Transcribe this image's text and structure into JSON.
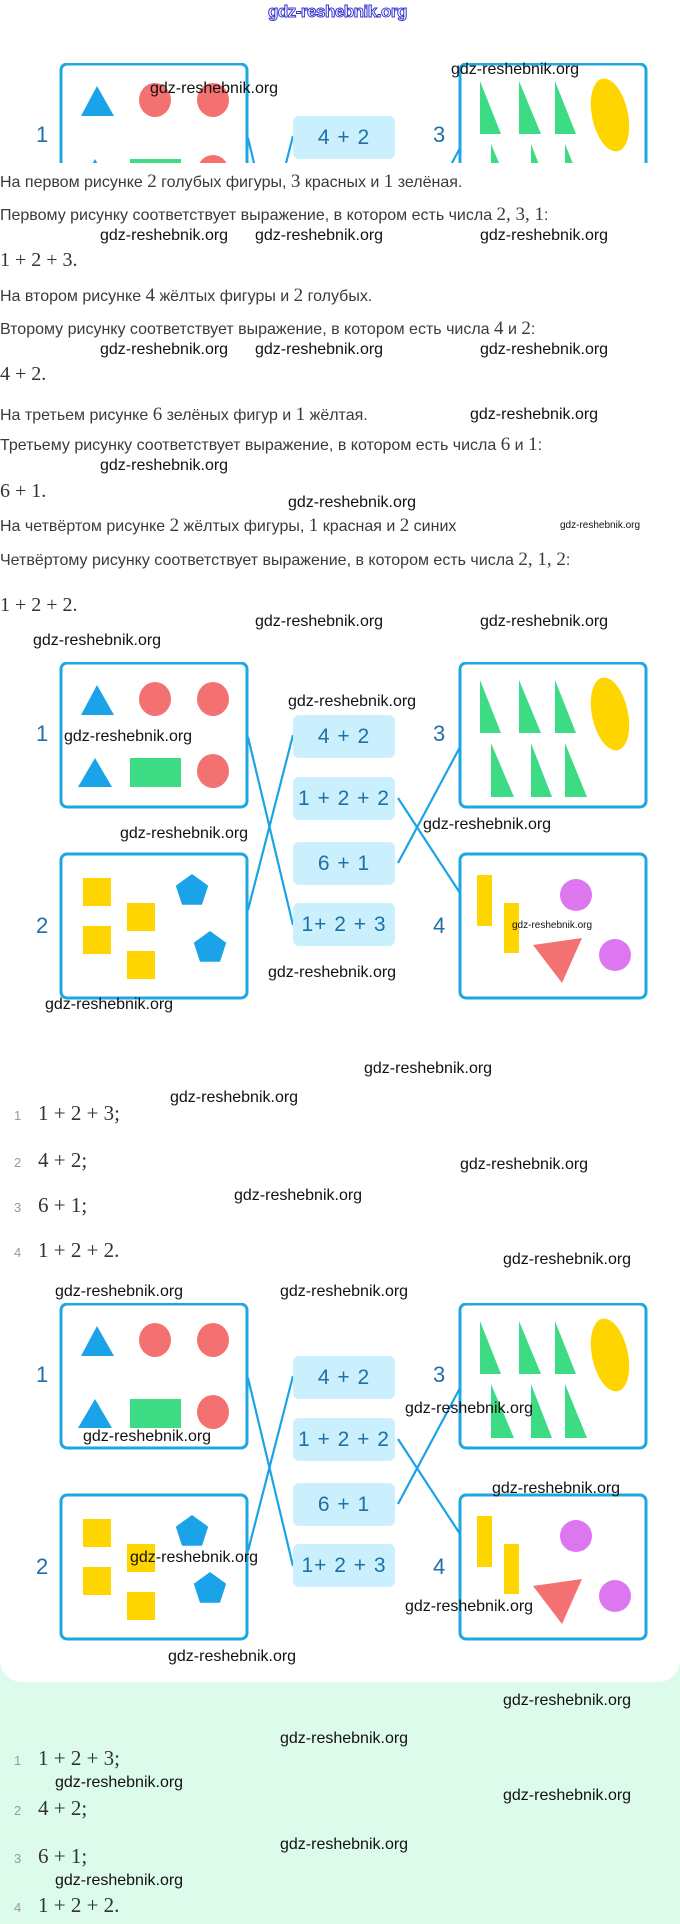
{
  "watermark": "gdz-reshebnik.org",
  "figure": {
    "labels": [
      "1",
      "2",
      "3",
      "4"
    ],
    "pills": [
      "4 + 2",
      "1 + 2 + 2",
      "6 + 1",
      "1+ 2 + 3"
    ],
    "colors": {
      "frame": "#1ea7e1",
      "blue": "#1aa3e8",
      "red": "#f47171",
      "green": "#3ddc84",
      "yellow": "#ffd500",
      "purple": "#dd77f0",
      "line": "#1aa3e8"
    }
  },
  "solution": {
    "lines": [
      [
        {
          "t": "На первом рисунке "
        },
        {
          "m": "2"
        },
        {
          "t": " голубых фигуры, "
        },
        {
          "m": "3"
        },
        {
          "t": " красных и "
        },
        {
          "m": "1"
        },
        {
          "t": " зелёная."
        }
      ],
      [
        {
          "t": "Первому рисунку соответствует выражение, в котором есть числа "
        },
        {
          "m": "2, 3, 1"
        },
        {
          "t": ":"
        }
      ],
      [
        {
          "m": "1 + 2 + 3."
        }
      ],
      [
        {
          "t": "На втором рисунке "
        },
        {
          "m": "4"
        },
        {
          "t": " жёлтых фигуры и "
        },
        {
          "m": "2"
        },
        {
          "t": " голубых."
        }
      ],
      [
        {
          "t": "Второму рисунку соответствует выражение, в котором есть числа "
        },
        {
          "m": "4"
        },
        {
          "t": " и "
        },
        {
          "m": "2"
        },
        {
          "t": ":"
        }
      ],
      [
        {
          "m": "4 + 2."
        }
      ],
      [
        {
          "t": "На третьем рисунке "
        },
        {
          "m": "6"
        },
        {
          "t": " зелёных фигур и "
        },
        {
          "m": "1"
        },
        {
          "t": " жёлтая."
        }
      ],
      [
        {
          "t": "Третьему рисунку соответствует выражение, в котором есть числа "
        },
        {
          "m": "6"
        },
        {
          "t": " и "
        },
        {
          "m": "1"
        },
        {
          "t": ":"
        }
      ],
      [
        {
          "m": "6 + 1."
        }
      ],
      [
        {
          "t": "На четвёртом рисунке "
        },
        {
          "m": "2"
        },
        {
          "t": " жёлтых фигуры, "
        },
        {
          "m": "1"
        },
        {
          "t": " красная и "
        },
        {
          "m": "2"
        },
        {
          "t": " синих"
        }
      ],
      [
        {
          "t": "Четвёртому рисунку соответствует выражение, в котором есть числа "
        },
        {
          "m": "2, 1, 2"
        },
        {
          "t": ":"
        }
      ],
      [
        {
          "m": "1 + 2 + 2."
        }
      ]
    ]
  },
  "answers": [
    {
      "num": "1",
      "value": "1 + 2 + 3;"
    },
    {
      "num": "2",
      "value": "4 + 2;"
    },
    {
      "num": "3",
      "value": "6 + 1;"
    },
    {
      "num": "4",
      "value": "1 + 2 + 2."
    }
  ],
  "final_answers": [
    {
      "num": "1",
      "value": "1 + 2 + 3;"
    },
    {
      "num": "2",
      "value": "4 + 2;"
    },
    {
      "num": "3",
      "value": "6 + 1;"
    },
    {
      "num": "4",
      "value": "1 + 2 + 2."
    }
  ]
}
